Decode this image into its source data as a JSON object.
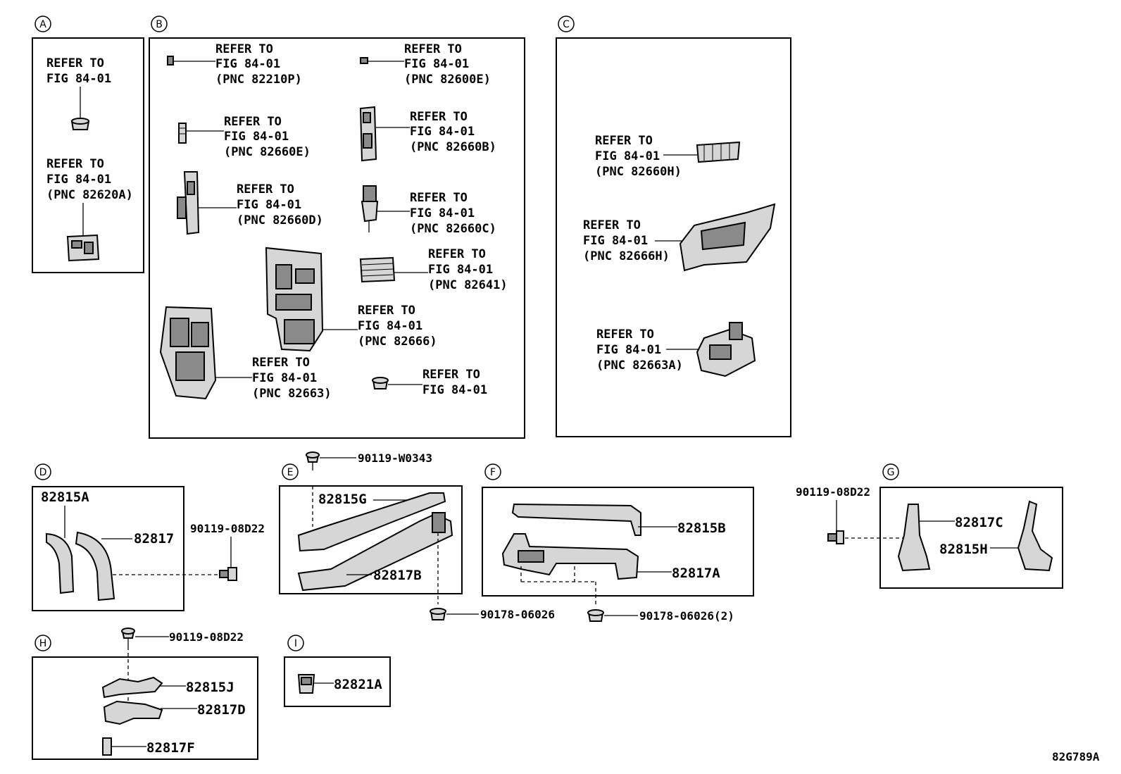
{
  "sections": {
    "A": {
      "label": "A",
      "callouts": [
        {
          "line1": "REFER TO",
          "line2": "FIG 84-01",
          "line3": ""
        },
        {
          "line1": "REFER TO",
          "line2": "FIG 84-01",
          "line3": "(PNC 82620A)"
        }
      ]
    },
    "B": {
      "label": "B",
      "callouts": [
        {
          "line1": "REFER TO",
          "line2": "FIG 84-01",
          "line3": "(PNC 82210P)"
        },
        {
          "line1": "REFER TO",
          "line2": "FIG 84-01",
          "line3": "(PNC 82600E)"
        },
        {
          "line1": "REFER TO",
          "line2": "FIG 84-01",
          "line3": "(PNC 82660E)"
        },
        {
          "line1": "REFER TO",
          "line2": "FIG 84-01",
          "line3": "(PNC 82660B)"
        },
        {
          "line1": "REFER TO",
          "line2": "FIG 84-01",
          "line3": "(PNC 82660D)"
        },
        {
          "line1": "REFER TO",
          "line2": "FIG 84-01",
          "line3": "(PNC 82660C)"
        },
        {
          "line1": "REFER TO",
          "line2": "FIG 84-01",
          "line3": "(PNC 82641)"
        },
        {
          "line1": "REFER TO",
          "line2": "FIG 84-01",
          "line3": "(PNC 82666)"
        },
        {
          "line1": "REFER TO",
          "line2": "FIG 84-01",
          "line3": "(PNC 82663)"
        },
        {
          "line1": "REFER TO",
          "line2": "FIG 84-01",
          "line3": ""
        }
      ]
    },
    "C": {
      "label": "C",
      "callouts": [
        {
          "line1": "REFER TO",
          "line2": "FIG 84-01",
          "line3": "(PNC 82660H)"
        },
        {
          "line1": "REFER TO",
          "line2": "FIG 84-01",
          "line3": "(PNC 82666H)"
        },
        {
          "line1": "REFER TO",
          "line2": "FIG 84-01",
          "line3": "(PNC 82663A)"
        }
      ]
    },
    "D": {
      "label": "D",
      "parts": [
        "82815A",
        "82817"
      ],
      "fastener": "90119-08D22"
    },
    "E": {
      "label": "E",
      "parts": [
        "82815G",
        "82817B"
      ],
      "fastener_top": "90119-W0343",
      "fastener_bottom": "90178-06026"
    },
    "F": {
      "label": "F",
      "parts": [
        "82815B",
        "82817A"
      ],
      "fastener": "90178-06026(2)"
    },
    "G": {
      "label": "G",
      "parts": [
        "82817C",
        "82815H"
      ],
      "fastener": "90119-08D22"
    },
    "H": {
      "label": "H",
      "parts": [
        "82815J",
        "82817D",
        "82817F"
      ],
      "fastener": "90119-08D22"
    },
    "I": {
      "label": "I",
      "parts": [
        "82821A"
      ]
    }
  },
  "illustration_code": "82G789A"
}
